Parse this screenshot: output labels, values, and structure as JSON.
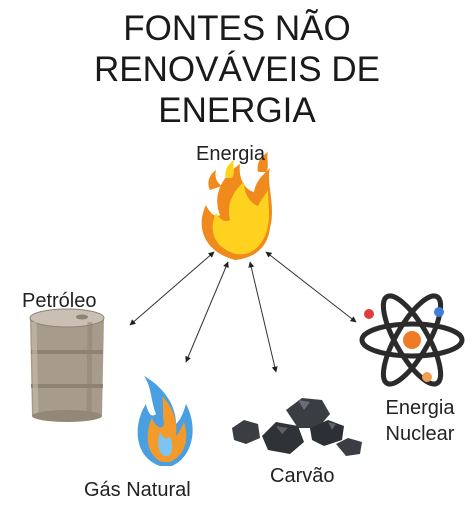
{
  "title": {
    "line1": "FONTES NÃO",
    "line2": "RENOVÁVEIS DE",
    "line3": "ENERGIA"
  },
  "nodes": {
    "center": {
      "label": "Energia",
      "icon": "fire-icon"
    },
    "petroleo": {
      "label": "Petróleo",
      "icon": "oil-barrel-icon"
    },
    "gas": {
      "label": "Gás Natural",
      "icon": "gas-flame-icon"
    },
    "carvao": {
      "label": "Carvão",
      "icon": "coal-icon"
    },
    "nuclear": {
      "label_line1": "Energia",
      "label_line2": "Nuclear",
      "icon": "atom-icon"
    }
  },
  "colors": {
    "fire_outer": "#f08a1c",
    "fire_inner": "#ffd21f",
    "barrel": "#a79b8c",
    "gas_blue": "#4a9fe0",
    "gas_orange": "#f39a2b",
    "coal": "#3a3d42",
    "atom_ring": "#2b2b2b",
    "atom_core": "#f07b27"
  }
}
